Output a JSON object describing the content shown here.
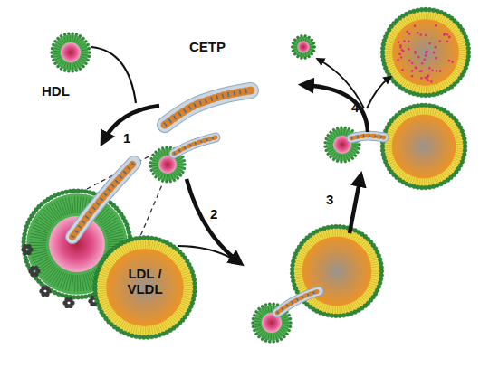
{
  "diagram": {
    "nodes": [
      {
        "text": [
          "CETP"
        ]
      },
      {
        "text": [
          "HDL"
        ]
      },
      {
        "text": [
          "LDL / VLDL"
        ]
      }
    ],
    "labels": [
      "1",
      "2",
      "3",
      "4"
    ]
  }
}
